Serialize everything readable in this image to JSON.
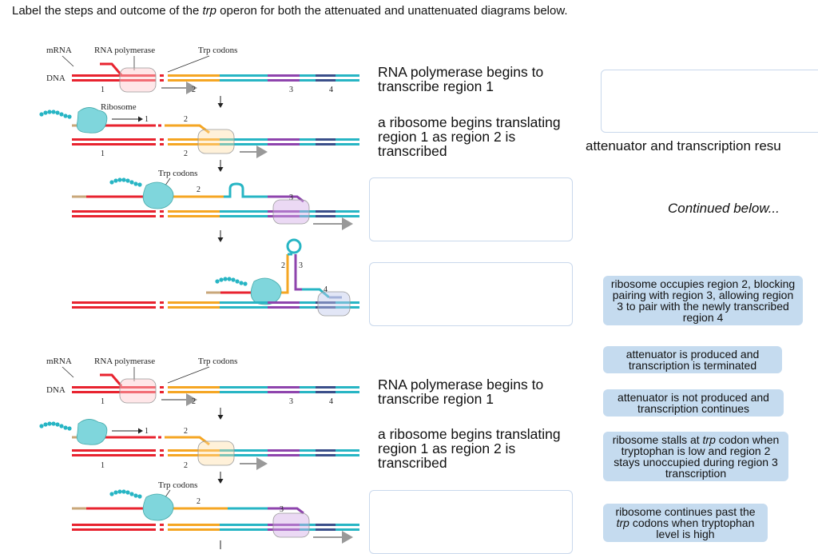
{
  "instruction": {
    "pre": "Label the steps and outcome of the ",
    "em": "trp",
    "post": " operon for both the attenuated and unattenuated diagrams below."
  },
  "diagram_labels": {
    "mrna": "mRNA",
    "rna_polymerase": "RNA polymerase",
    "trp_codons": "Trp codons",
    "dna": "DNA",
    "ribosome": "Ribosome",
    "region_1": "1",
    "region_2": "2",
    "region_3": "3",
    "region_4": "4"
  },
  "steps": {
    "step_1": "RNA polymerase begins to transcribe region 1",
    "step_2": "a ribosome begins translating region 1 as region 2 is transcribed"
  },
  "result_label": "attenuator and transcription resu",
  "continued": "Continued below...",
  "tiles": [
    {
      "text": "ribosome occupies region 2, blocking pairing with region 3, allowing region 3 to pair with the newly transcribed region 4"
    },
    {
      "text": "attenuator is produced and transcription is terminated"
    },
    {
      "text": "attenuator is not produced and transcription continues"
    },
    {
      "pre": "ribosome stalls at ",
      "em": "trp",
      "post": " codon when tryptophan is low and region 2 stays unoccupied during region 3 transcription"
    },
    {
      "pre": "ribosome continues past the ",
      "em": "trp",
      "post": " codons when tryptophan level is high"
    }
  ],
  "colors": {
    "region_1": "#e8232f",
    "region_2": "#f5a623",
    "region_3": "#8e44ad",
    "region_4": "#3a4f8a",
    "dna_other": "#27b5c4",
    "ribosome": "#7fd6dc",
    "tile": "#c5dbef"
  }
}
